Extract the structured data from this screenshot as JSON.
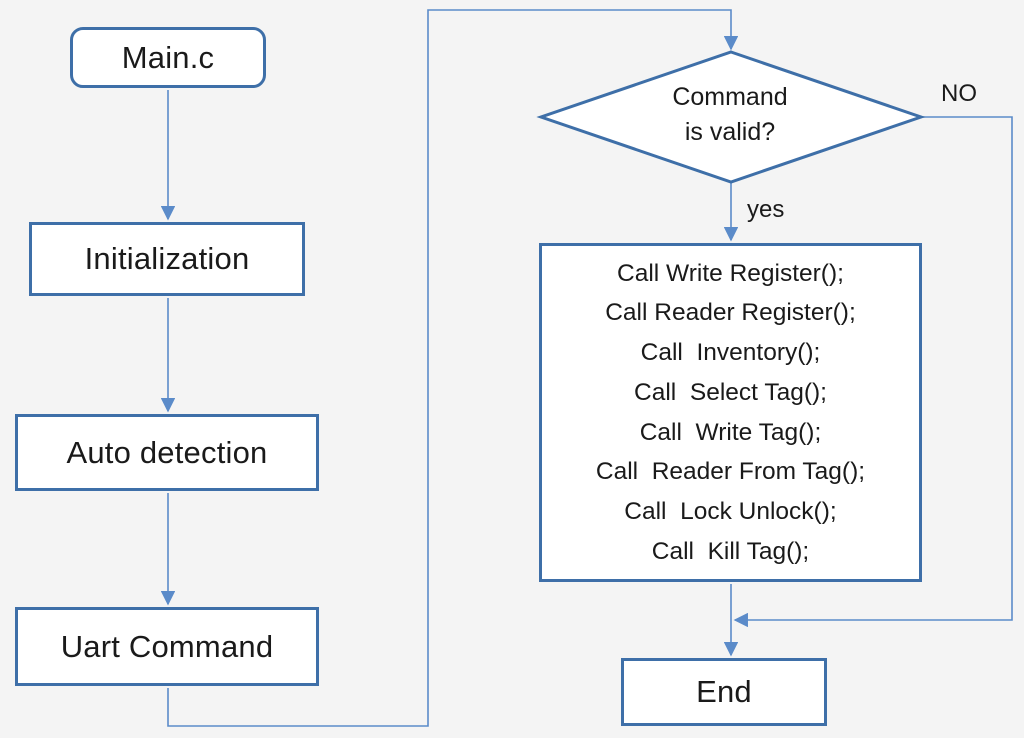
{
  "nodes": {
    "main": "Main.c",
    "initialization": "Initialization",
    "auto_detection": "Auto detection",
    "uart_command": "Uart Command",
    "decision": [
      "Command",
      "is valid?"
    ],
    "calls": [
      "Call Write Register();",
      "Call Reader Register();",
      "Call  Inventory();",
      "Call  Select Tag();",
      "Call  Write Tag();",
      "Call  Reader From Tag();",
      "Call  Lock Unlock();",
      "Call  Kill Tag();"
    ],
    "end": "End"
  },
  "edge_labels": {
    "yes": "yes",
    "no": "NO"
  },
  "colors": {
    "border": "#3e6fa8",
    "connector": "#5b8bc9",
    "background": "#f4f4f4"
  }
}
